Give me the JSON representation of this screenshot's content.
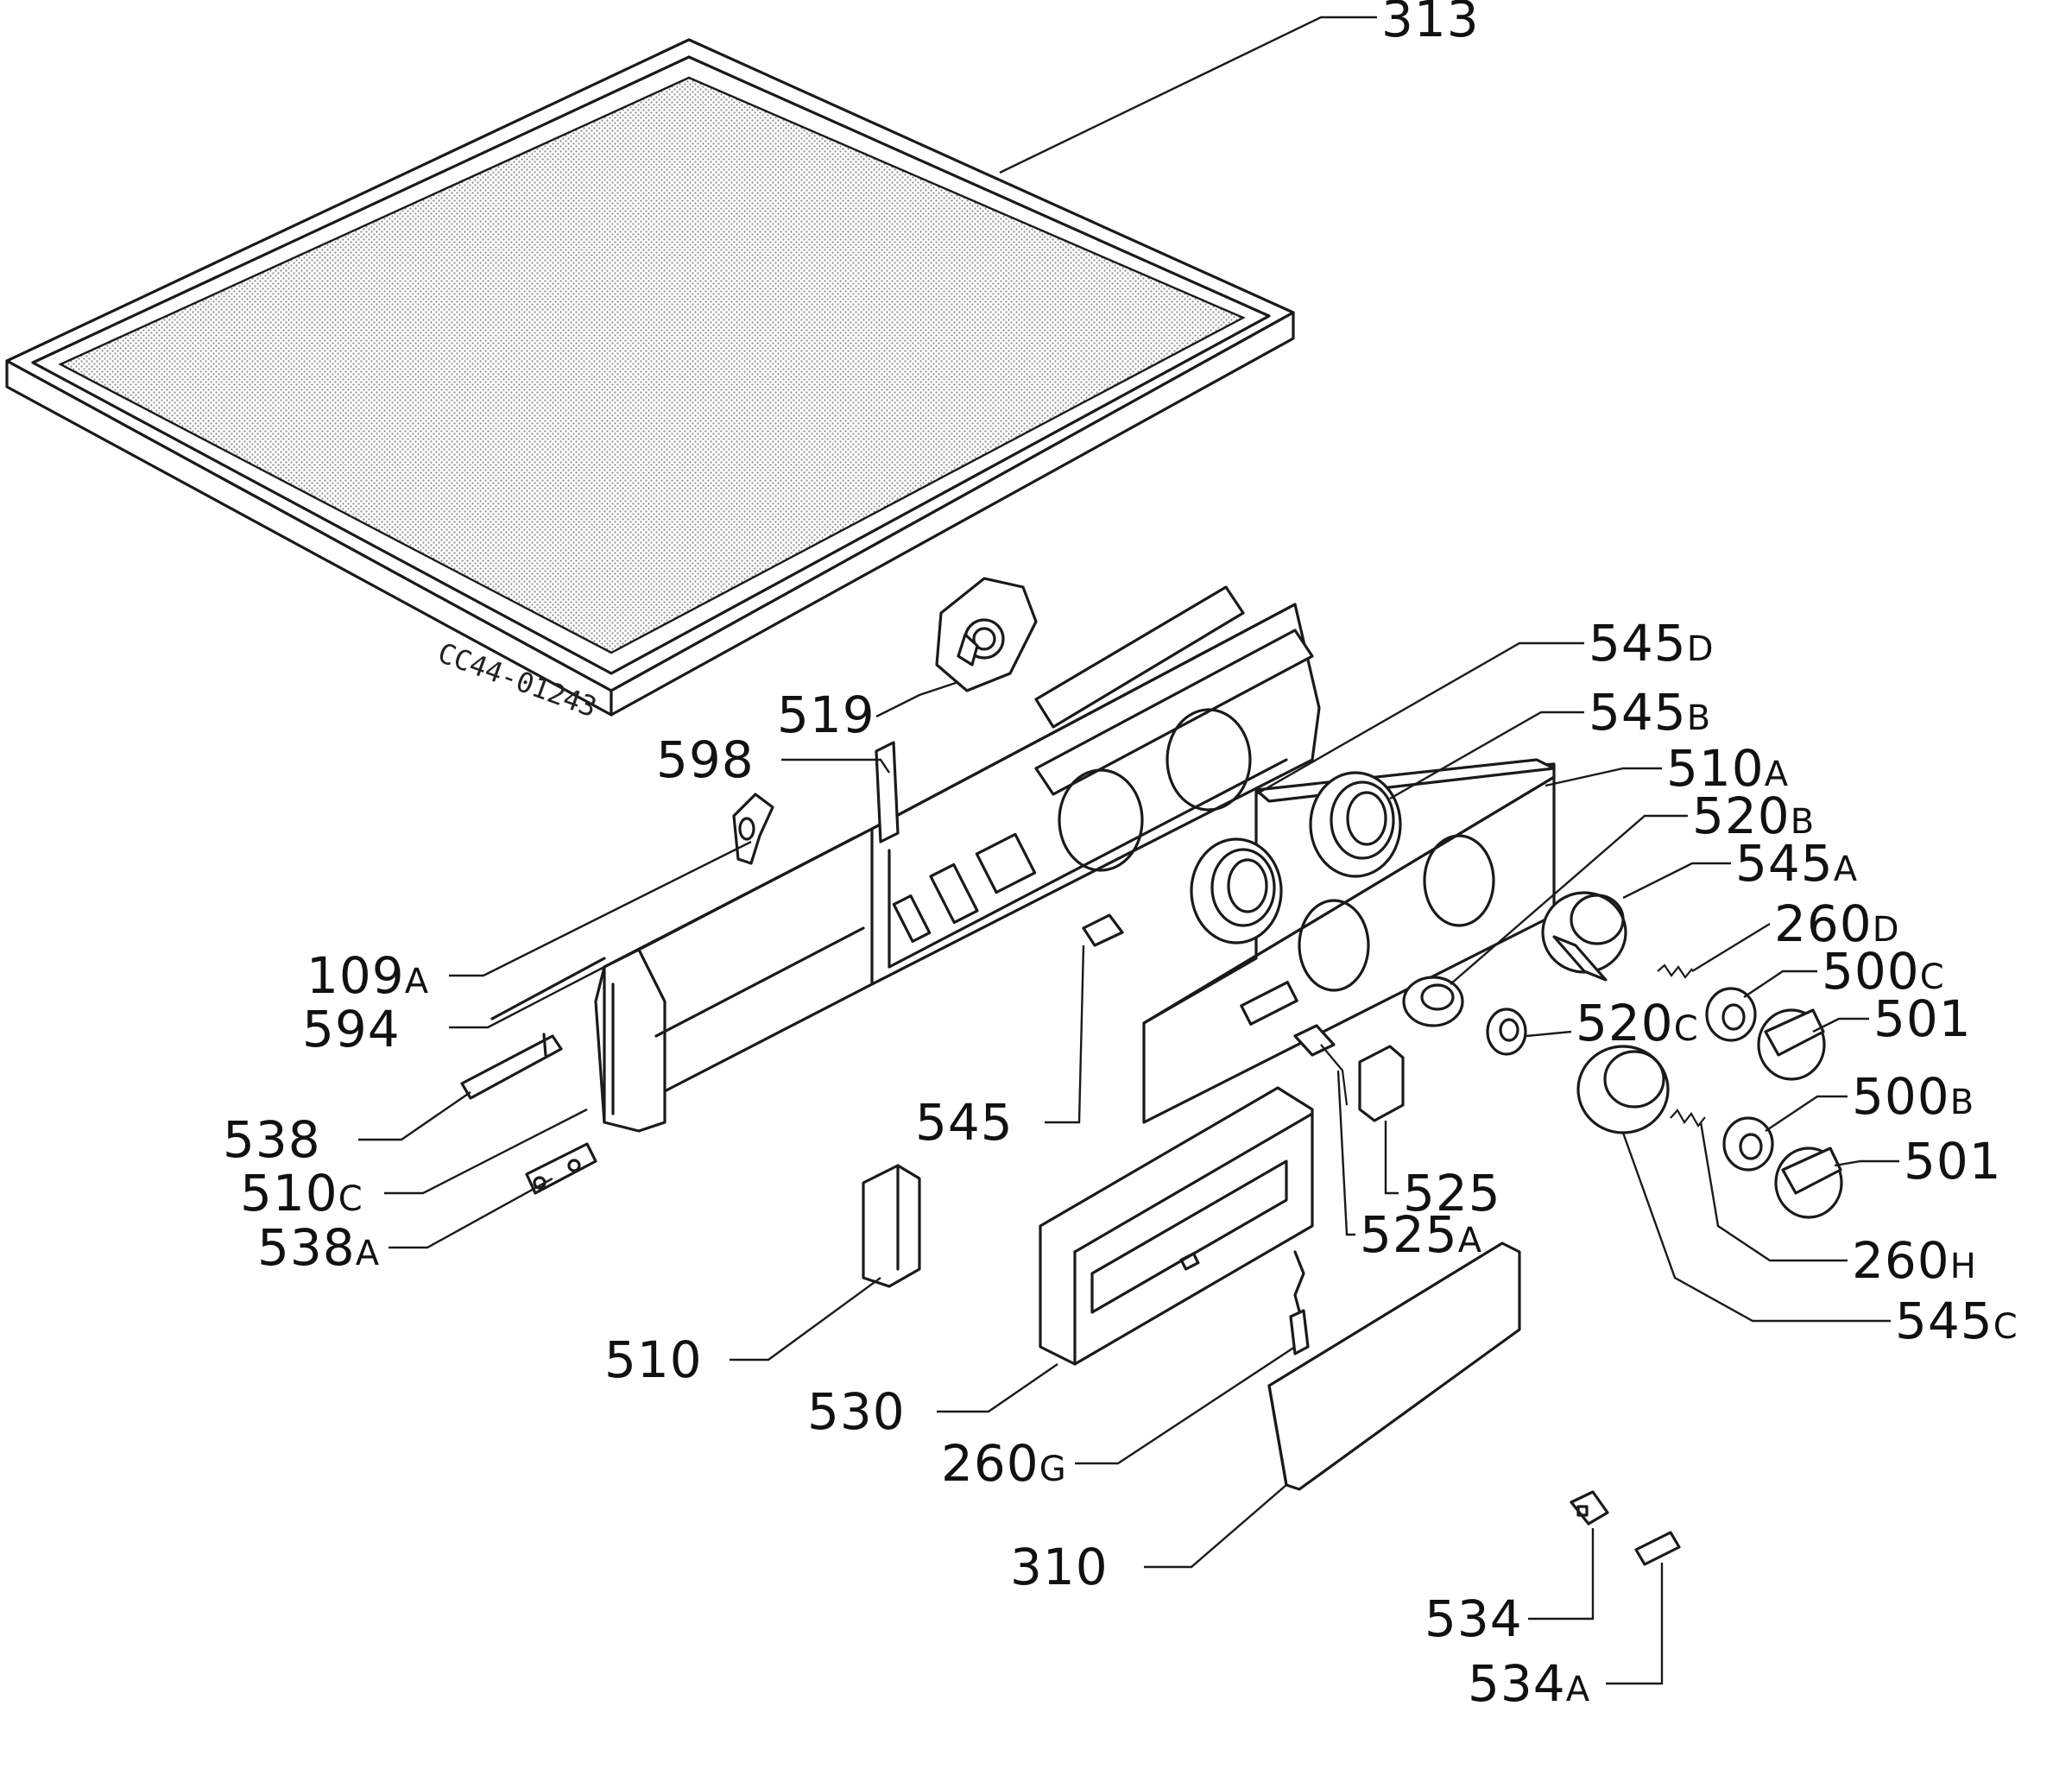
{
  "stamp_code": "CC44-01243",
  "colors": {
    "line": "#1a1a1a",
    "filter_mesh": "#bfbfbf",
    "background": "#ffffff"
  },
  "callouts": [
    {
      "id": "313",
      "num": "313",
      "suf": ""
    },
    {
      "id": "545d",
      "num": "545",
      "suf": "D"
    },
    {
      "id": "545b",
      "num": "545",
      "suf": "B"
    },
    {
      "id": "510a",
      "num": "510",
      "suf": "A"
    },
    {
      "id": "520b",
      "num": "520",
      "suf": "B"
    },
    {
      "id": "545a",
      "num": "545",
      "suf": "A"
    },
    {
      "id": "260d",
      "num": "260",
      "suf": "D"
    },
    {
      "id": "500c",
      "num": "500",
      "suf": "C"
    },
    {
      "id": "501a",
      "num": "501",
      "suf": ""
    },
    {
      "id": "520c",
      "num": "520",
      "suf": "C"
    },
    {
      "id": "500b",
      "num": "500",
      "suf": "B"
    },
    {
      "id": "501b",
      "num": "501",
      "suf": ""
    },
    {
      "id": "260h",
      "num": "260",
      "suf": "H"
    },
    {
      "id": "545c",
      "num": "545",
      "suf": "C"
    },
    {
      "id": "519",
      "num": "519",
      "suf": ""
    },
    {
      "id": "598",
      "num": "598",
      "suf": ""
    },
    {
      "id": "109a",
      "num": "109",
      "suf": "A"
    },
    {
      "id": "594",
      "num": "594",
      "suf": ""
    },
    {
      "id": "538",
      "num": "538",
      "suf": ""
    },
    {
      "id": "510c",
      "num": "510",
      "suf": "C"
    },
    {
      "id": "538a",
      "num": "538",
      "suf": "A"
    },
    {
      "id": "545",
      "num": "545",
      "suf": ""
    },
    {
      "id": "525",
      "num": "525",
      "suf": ""
    },
    {
      "id": "525a",
      "num": "525",
      "suf": "A"
    },
    {
      "id": "510",
      "num": "510",
      "suf": ""
    },
    {
      "id": "530",
      "num": "530",
      "suf": ""
    },
    {
      "id": "260g",
      "num": "260",
      "suf": "G"
    },
    {
      "id": "310",
      "num": "310",
      "suf": ""
    },
    {
      "id": "534",
      "num": "534",
      "suf": ""
    },
    {
      "id": "534a",
      "num": "534",
      "suf": "A"
    }
  ]
}
